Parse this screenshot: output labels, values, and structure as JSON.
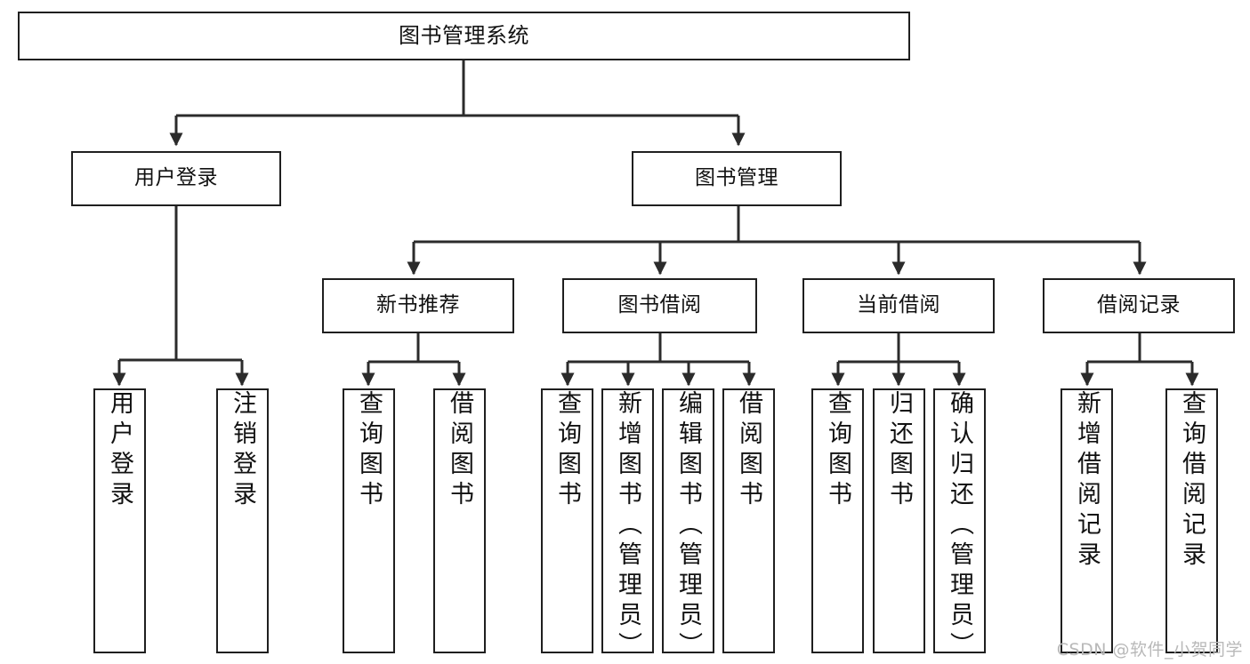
{
  "diagram": {
    "type": "tree-hierarchy-chart",
    "title": "图书管理系统",
    "watermark": "CSDN @软件_小贺同学",
    "colors": {
      "box_border": "#1f1f1f",
      "box_fill": "#ffffff",
      "connector": "#2b2b2b",
      "text": "#111111",
      "watermark": "#b9b9b9"
    },
    "levels": {
      "root": "图书管理系统",
      "level2": [
        "用户登录",
        "图书管理"
      ],
      "level3": [
        "新书推荐",
        "图书借阅",
        "当前借阅",
        "借阅记录"
      ]
    },
    "nodes": {
      "root": {
        "label": "图书管理系统"
      },
      "user_login": {
        "label": "用户登录"
      },
      "book_manage": {
        "label": "图书管理"
      },
      "new_book_rec": {
        "label": "新书推荐"
      },
      "book_borrow": {
        "label": "图书借阅"
      },
      "current_borrow": {
        "label": "当前借阅"
      },
      "borrow_record": {
        "label": "借阅记录"
      },
      "leaf_user_login": {
        "label": "用户登录"
      },
      "leaf_logout": {
        "label": "注销登录"
      },
      "leaf_query_book_1": {
        "label": "查询图书"
      },
      "leaf_borrow_book_1": {
        "label": "借阅图书"
      },
      "leaf_query_book_2": {
        "label": "查询图书"
      },
      "leaf_add_book": {
        "label": "新增图书（管理员）"
      },
      "leaf_edit_book": {
        "label": "编辑图书（管理员）"
      },
      "leaf_borrow_book_2": {
        "label": "借阅图书"
      },
      "leaf_query_book_3": {
        "label": "查询图书"
      },
      "leaf_return_book": {
        "label": "归还图书"
      },
      "leaf_confirm_return": {
        "label": "确认归还（管理员）"
      },
      "leaf_add_record": {
        "label": "新增借阅记录"
      },
      "leaf_query_record": {
        "label": "查询借阅记录"
      }
    },
    "edges": [
      {
        "from": "root",
        "to": "user_login"
      },
      {
        "from": "root",
        "to": "book_manage"
      },
      {
        "from": "user_login",
        "to": "leaf_user_login"
      },
      {
        "from": "user_login",
        "to": "leaf_logout"
      },
      {
        "from": "book_manage",
        "to": "new_book_rec"
      },
      {
        "from": "book_manage",
        "to": "book_borrow"
      },
      {
        "from": "book_manage",
        "to": "current_borrow"
      },
      {
        "from": "book_manage",
        "to": "borrow_record"
      },
      {
        "from": "new_book_rec",
        "to": "leaf_query_book_1"
      },
      {
        "from": "new_book_rec",
        "to": "leaf_borrow_book_1"
      },
      {
        "from": "book_borrow",
        "to": "leaf_query_book_2"
      },
      {
        "from": "book_borrow",
        "to": "leaf_add_book"
      },
      {
        "from": "book_borrow",
        "to": "leaf_edit_book"
      },
      {
        "from": "book_borrow",
        "to": "leaf_borrow_book_2"
      },
      {
        "from": "current_borrow",
        "to": "leaf_query_book_3"
      },
      {
        "from": "current_borrow",
        "to": "leaf_return_book"
      },
      {
        "from": "current_borrow",
        "to": "leaf_confirm_return"
      },
      {
        "from": "borrow_record",
        "to": "leaf_add_record"
      },
      {
        "from": "borrow_record",
        "to": "leaf_query_record"
      }
    ]
  }
}
